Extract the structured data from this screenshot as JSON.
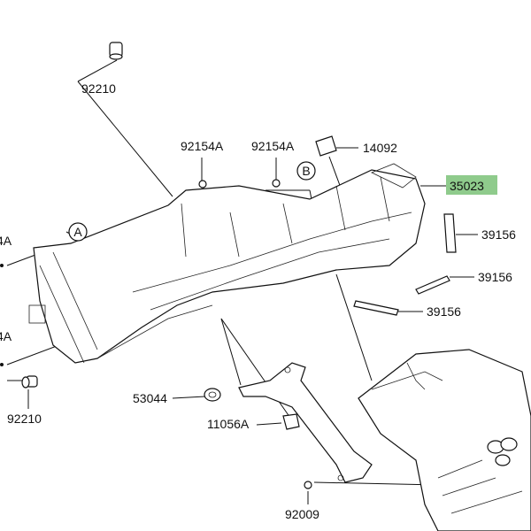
{
  "diagram": {
    "highlight_color": "#8fcb8c",
    "callouts": {
      "a": "A",
      "b": "B"
    },
    "labels": {
      "p92210_top": "92210",
      "p92154a_1": "92154A",
      "p92154a_2": "92154A",
      "p14092": "14092",
      "p35023": "35023",
      "p39156_1": "39156",
      "p39156_2": "39156",
      "p39156_3": "39156",
      "p_left_1": "4A",
      "p_left_2": "4A",
      "p92210_bottom": "92210",
      "p53044": "53044",
      "p11056a": "11056A",
      "p92009": "92009"
    }
  }
}
